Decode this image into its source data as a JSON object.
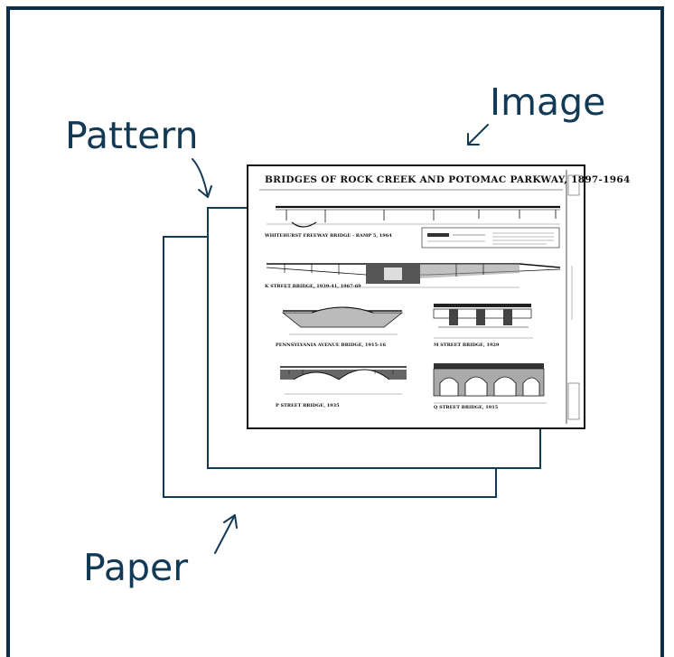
{
  "labels": {
    "image": "Image",
    "pattern": "Pattern",
    "paper": "Paper"
  },
  "drawing": {
    "title": "BRIDGES OF ROCK CREEK AND POTOMAC PARKWAY, 1897-1964",
    "captions": [
      "WHITEHURST FREEWAY BRIDGE - RAMP 5, 1964",
      "K STREET BRIDGE, 1939-41, 1967-69",
      "PENNSYLVANIA AVENUE BRIDGE, 1915-16",
      "M STREET BRIDGE, 1929",
      "P STREET BRIDGE, 1935",
      "Q STREET BRIDGE, 1915"
    ]
  },
  "colors": {
    "frame": "#0d2e45",
    "label": "#123a55",
    "ink": "#111111"
  }
}
